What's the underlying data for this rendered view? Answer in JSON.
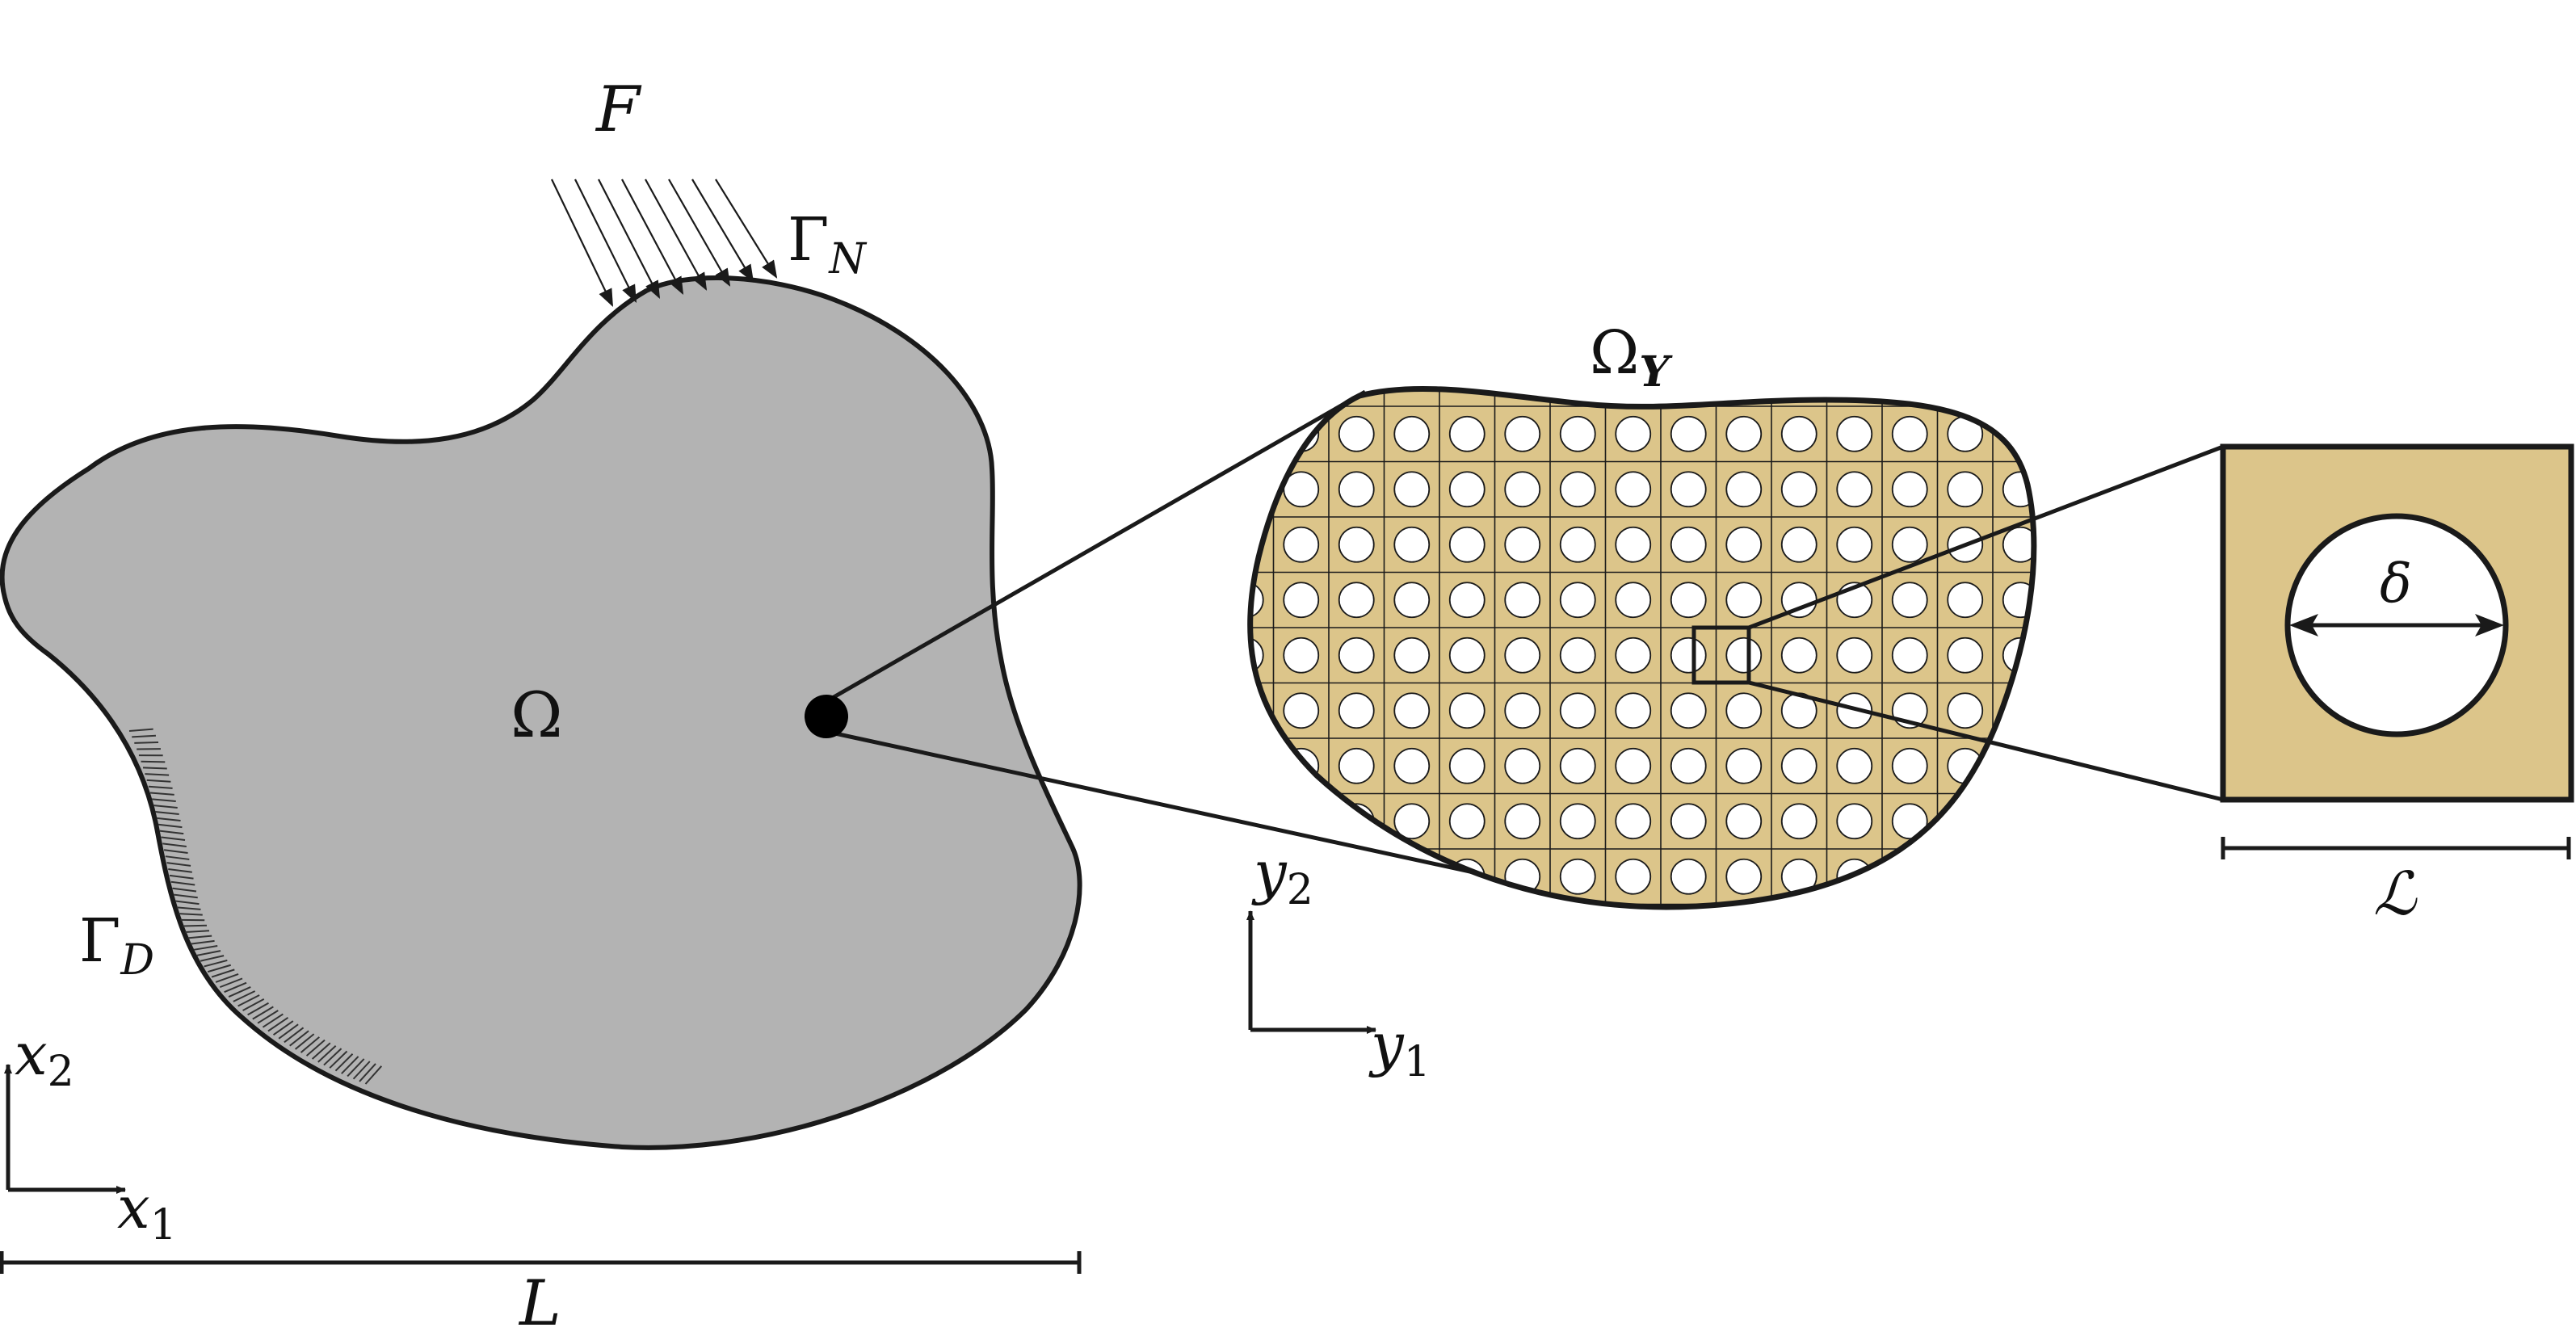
{
  "colors": {
    "domain_fill": "#b3b3b3",
    "micro_fill": "#dcc58a",
    "outline": "#1a1a1a",
    "hole_fill": "#ffffff"
  },
  "labels": {
    "force": "F",
    "neumann_base": "Γ",
    "neumann_sub": "N",
    "dirichlet_base": "Γ",
    "dirichlet_sub": "D",
    "domain": "Ω",
    "micro_domain_base": "Ω",
    "micro_domain_sub": "Y",
    "macro_axis_x_base": "x",
    "macro_axis_x_sub": "1",
    "macro_axis_y_base": "x",
    "macro_axis_y_sub": "2",
    "micro_axis_x_base": "y",
    "micro_axis_x_sub": "1",
    "micro_axis_y_base": "y",
    "micro_axis_y_sub": "2",
    "hole_diameter": "δ",
    "cell_size": "ℒ",
    "domain_length": "L"
  },
  "icons": {
    "load_arrows": "force-arrows-icon",
    "support_hatching": "fixed-support-hatch-icon"
  }
}
